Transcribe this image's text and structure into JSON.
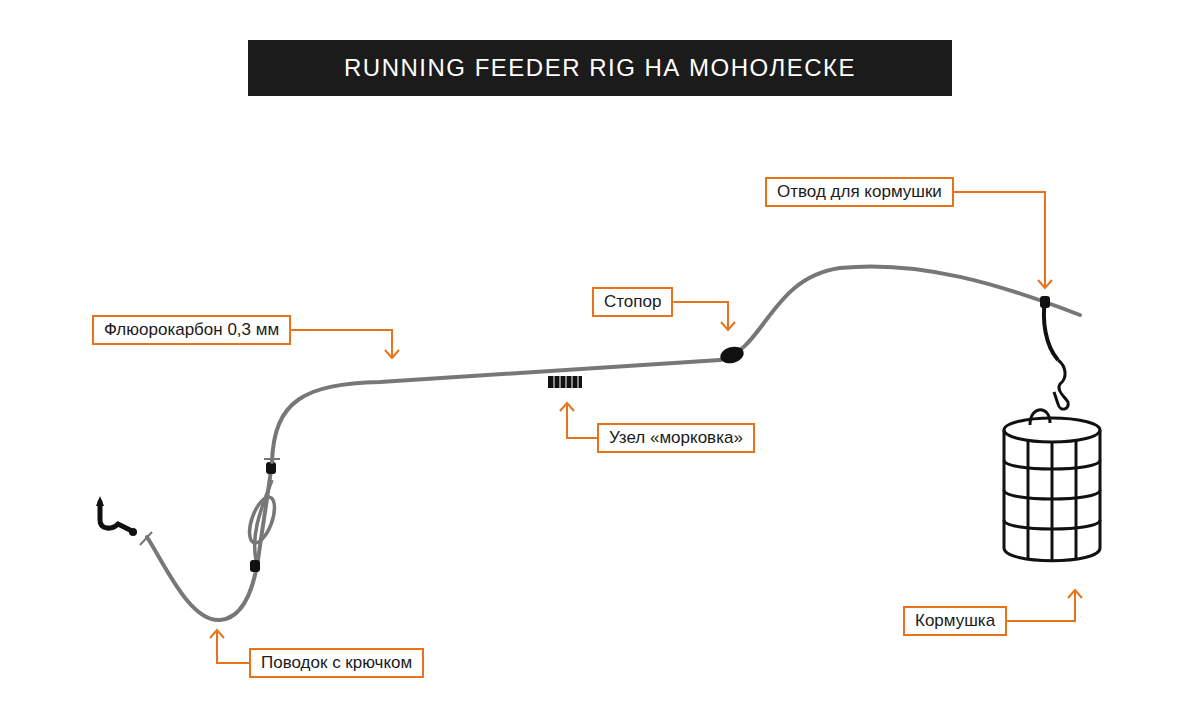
{
  "diagram": {
    "title": "RUNNING FEEDER RIG НА МОНОЛЕСКЕ",
    "nodes": [
      {
        "text": [
          "Отвод для кормушки"
        ]
      },
      {
        "text": [
          "Стопор"
        ]
      },
      {
        "text": [
          "Флюорокарбон 0,3 мм"
        ]
      },
      {
        "text": [
          "Узел «морковка»"
        ]
      },
      {
        "text": [
          "Кормушка"
        ]
      },
      {
        "text": [
          "Поводок с крючком"
        ]
      }
    ]
  }
}
